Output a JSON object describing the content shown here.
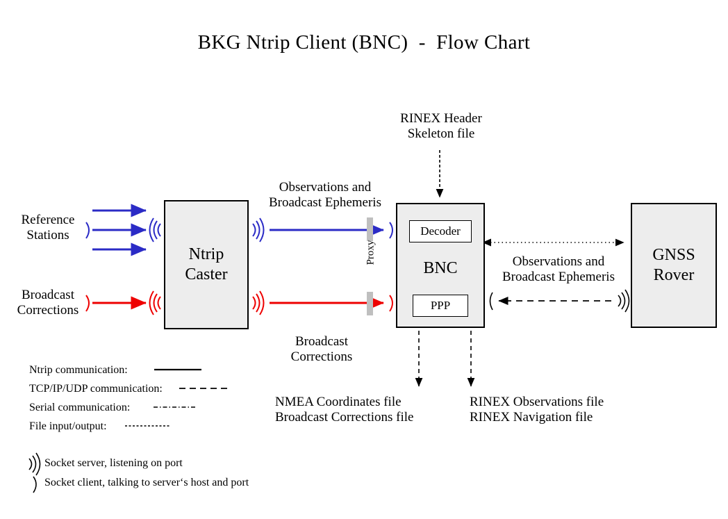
{
  "title": "BKG Ntrip Client (BNC)  -  Flow Chart",
  "colors": {
    "ntrip_blue": "#2B2BC6",
    "corrections_red": "#EE0000",
    "box_fill": "#EDEDED",
    "box_border": "#000000",
    "proxy_bar": "#BFBFBF",
    "background": "#FFFFFF"
  },
  "nodes": {
    "caster": {
      "label": "Ntrip\nCaster",
      "line1": "Ntrip",
      "line2": "Caster"
    },
    "bnc": {
      "label": "BNC",
      "decoder": "Decoder",
      "ppp": "PPP"
    },
    "rover": {
      "label": "GNSS\nRover",
      "line1": "GNSS",
      "line2": "Rover"
    },
    "proxy": {
      "label": "Proxy"
    }
  },
  "labels": {
    "reference_stations": "Reference\nStations",
    "broadcast_corrections_in": "Broadcast\nCorrections",
    "observations_ephemeris_left": "Observations and\nBroadcast Ephemeris",
    "broadcast_corrections_out": "Broadcast\nCorrections",
    "rinex_header_skeleton": "RINEX Header\nSkeleton file",
    "observations_ephemeris_right": "Observations and\nBroadcast Ephemeris",
    "nmea_output": "NMEA Coordinates file\nBroadcast Corrections file",
    "rinex_output": "RINEX Observations file\nRINEX Navigation file"
  },
  "legend": {
    "lines": [
      {
        "label": "Ntrip communication:",
        "style": "solid"
      },
      {
        "label": "TCP/IP/UDP communication:",
        "style": "dashed"
      },
      {
        "label": "Serial communication:",
        "style": "dash-dot"
      },
      {
        "label": "File input/output:",
        "style": "dotted"
      }
    ],
    "sockets": [
      {
        "icon": "socket-server-icon",
        "label": "Socket server, listening on port"
      },
      {
        "icon": "socket-client-icon",
        "label": "Socket client, talking to server‘s host and port"
      }
    ]
  },
  "chart_data": {
    "type": "diagram",
    "title": "BKG Ntrip Client (BNC)  -  Flow Chart",
    "nodes": [
      {
        "id": "reference-stations",
        "label": "Reference Stations",
        "kind": "text-source"
      },
      {
        "id": "broadcast-corrections-source",
        "label": "Broadcast Corrections",
        "kind": "text-source"
      },
      {
        "id": "ntrip-caster",
        "label": "Ntrip Caster",
        "kind": "box"
      },
      {
        "id": "proxy",
        "label": "Proxy",
        "kind": "barrier"
      },
      {
        "id": "bnc",
        "label": "BNC",
        "kind": "box",
        "children": [
          "Decoder",
          "PPP"
        ]
      },
      {
        "id": "gnss-rover",
        "label": "GNSS Rover",
        "kind": "box"
      },
      {
        "id": "rinex-header-skeleton-file",
        "label": "RINEX Header Skeleton file",
        "kind": "file"
      },
      {
        "id": "nmea-coordinates-file",
        "label": "NMEA Coordinates file",
        "kind": "file"
      },
      {
        "id": "broadcast-corrections-file",
        "label": "Broadcast Corrections file",
        "kind": "file"
      },
      {
        "id": "rinex-observations-file",
        "label": "RINEX Observations file",
        "kind": "file"
      },
      {
        "id": "rinex-navigation-file",
        "label": "RINEX Navigation file",
        "kind": "file"
      }
    ],
    "edges": [
      {
        "from": "reference-stations",
        "to": "ntrip-caster",
        "style": "solid",
        "color": "#2B2BC6",
        "count": 3,
        "label": ""
      },
      {
        "from": "broadcast-corrections-source",
        "to": "ntrip-caster",
        "style": "solid",
        "color": "#EE0000",
        "count": 1,
        "label": ""
      },
      {
        "from": "ntrip-caster",
        "to": "bnc",
        "style": "solid",
        "color": "#2B2BC6",
        "label": "Observations and Broadcast Ephemeris"
      },
      {
        "from": "ntrip-caster",
        "to": "bnc",
        "style": "solid",
        "color": "#EE0000",
        "label": "Broadcast Corrections"
      },
      {
        "from": "rinex-header-skeleton-file",
        "to": "bnc",
        "style": "dotted",
        "color": "#000000",
        "label": ""
      },
      {
        "from": "bnc",
        "to": "gnss-rover",
        "style": "dotted",
        "color": "#000000",
        "direction": "both",
        "label": "Observations and Broadcast Ephemeris"
      },
      {
        "from": "gnss-rover",
        "to": "bnc",
        "style": "dashed",
        "color": "#000000",
        "label": ""
      },
      {
        "from": "bnc",
        "to": "nmea-coordinates-file",
        "style": "dashed",
        "color": "#000000",
        "label": ""
      },
      {
        "from": "bnc",
        "to": "rinex-observations-file",
        "style": "dashed",
        "color": "#000000",
        "label": ""
      }
    ]
  }
}
